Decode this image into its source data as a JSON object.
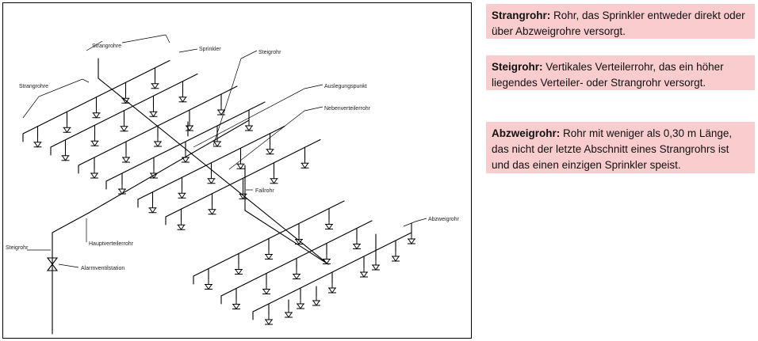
{
  "diagram": {
    "labels": {
      "strangrohre_top": "Strangrohre",
      "strangrohre_left": "Strangrohre",
      "sprinkler": "Sprinkler",
      "steigrohr_top": "Steigrohr",
      "auslegungspunkt": "Auslegungspunkt",
      "nebenverteilerrohr": "Nebenverteilerrohr",
      "fallrohr": "Fallrohr",
      "abzweigrohr": "Abzweigrohr",
      "steigrohr_left": "Steigrohr",
      "hauptverteilerrohr": "Hauptverteilerrohr",
      "alarmventilstation": "Alarmventilstation"
    }
  },
  "definitions": [
    {
      "term": "Strangrohr:",
      "text": " Rohr, das Sprinkler entweder direkt oder über Abzweigrohre versorgt."
    },
    {
      "term": "Steigrohr:",
      "text": " Vertikales Verteilerrohr, das ein höher liegendes Verteiler- oder Strangrohr versorgt."
    },
    {
      "term": "Abzweigrohr:",
      "text": " Rohr mit weniger als 0,30 m Länge, das nicht der letzte Abschnitt eines Strangrohrs ist und das einen einzigen Sprinkler speist."
    }
  ]
}
